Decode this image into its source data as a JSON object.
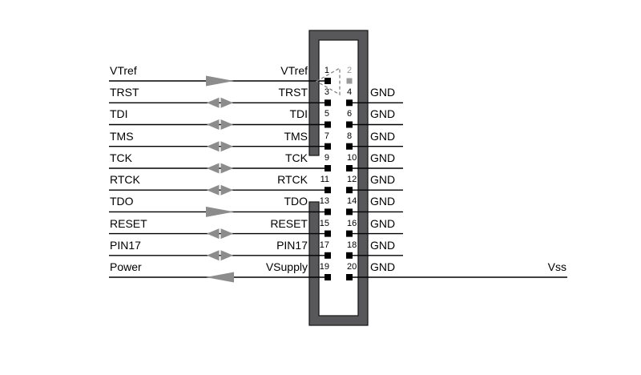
{
  "diagram_type": "jtag-20pin-connector-pinout",
  "colors": {
    "background": "#FFFFFF",
    "line": "#000000",
    "arrow": "#8C8C8C",
    "connector_fill": "#58585A",
    "connector_outline": "#1A1A1A",
    "pin_square": "#000000",
    "pin2_inactive": "#9A9A9A",
    "pin1_marker": "#808080"
  },
  "icons": {
    "arrow_right": "▶",
    "arrow_left": "◀",
    "arrow_bidirectional": "◀▶",
    "pin1_marker": "dashed-triangle"
  },
  "far_right": {
    "label": "Vss"
  },
  "rows": [
    {
      "left_label": "VTref",
      "connector_label": "VTref",
      "pin_left": "1",
      "pin_right": "2",
      "right_label": "",
      "direction": "right"
    },
    {
      "left_label": "TRST",
      "connector_label": "TRST",
      "pin_left": "3",
      "pin_right": "4",
      "right_label": "GND",
      "direction": "both"
    },
    {
      "left_label": "TDI",
      "connector_label": "TDI",
      "pin_left": "5",
      "pin_right": "6",
      "right_label": "GND",
      "direction": "both"
    },
    {
      "left_label": "TMS",
      "connector_label": "TMS",
      "pin_left": "7",
      "pin_right": "8",
      "right_label": "GND",
      "direction": "both"
    },
    {
      "left_label": "TCK",
      "connector_label": "TCK",
      "pin_left": "9",
      "pin_right": "10",
      "right_label": "GND",
      "direction": "both"
    },
    {
      "left_label": "RTCK",
      "connector_label": "RTCK",
      "pin_left": "11",
      "pin_right": "12",
      "right_label": "GND",
      "direction": "both"
    },
    {
      "left_label": "TDO",
      "connector_label": "TDO",
      "pin_left": "13",
      "pin_right": "14",
      "right_label": "GND",
      "direction": "right"
    },
    {
      "left_label": "RESET",
      "connector_label": "RESET",
      "pin_left": "15",
      "pin_right": "16",
      "right_label": "GND",
      "direction": "both"
    },
    {
      "left_label": "PIN17",
      "connector_label": "PIN17",
      "pin_left": "17",
      "pin_right": "18",
      "right_label": "GND",
      "direction": "both"
    },
    {
      "left_label": "Power",
      "connector_label": "VSupply",
      "pin_left": "19",
      "pin_right": "20",
      "right_label": "GND",
      "direction": "left",
      "far_right_label": "Vss"
    }
  ]
}
